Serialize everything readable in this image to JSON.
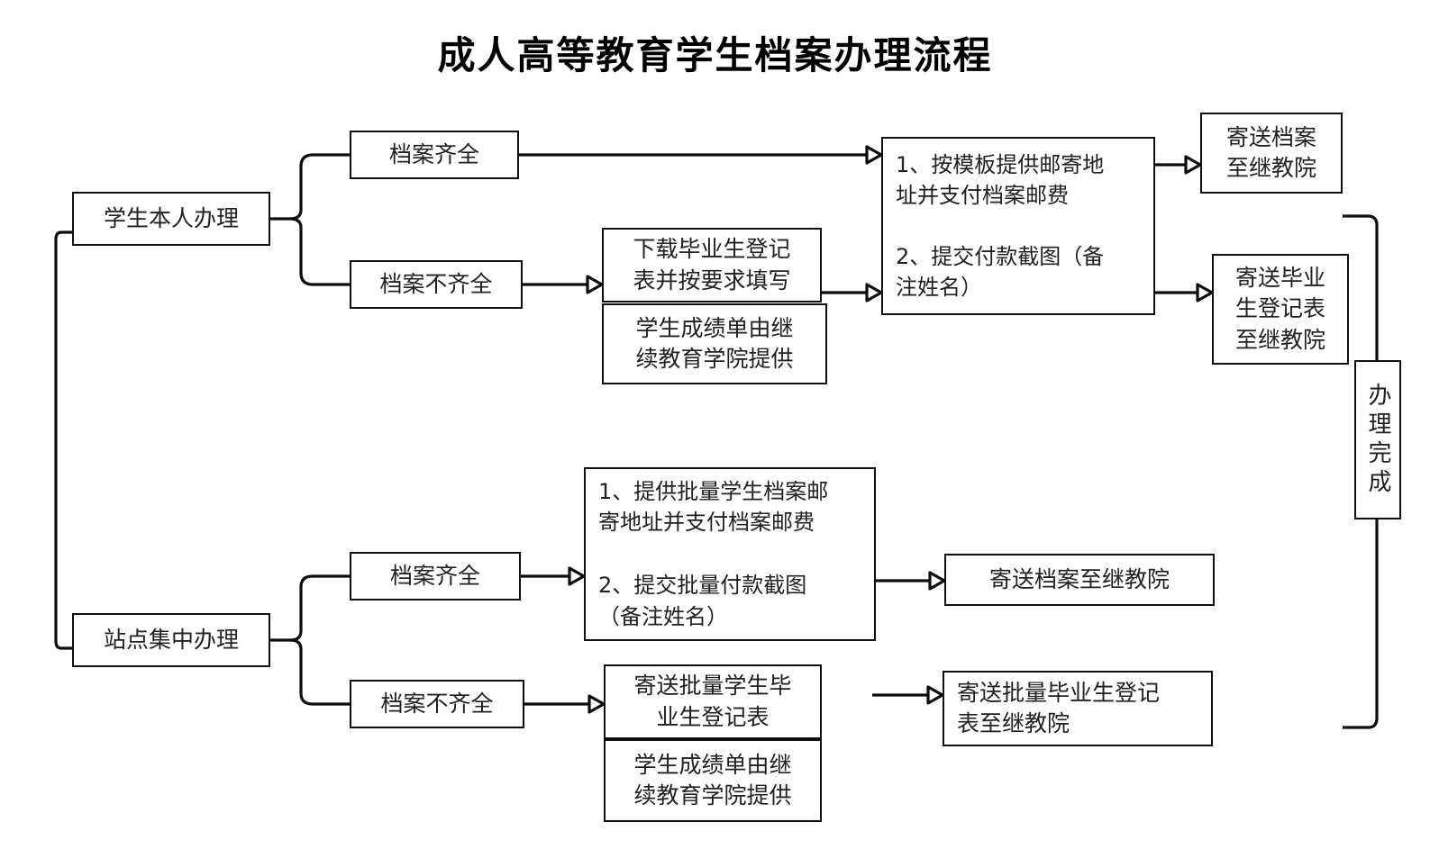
{
  "title": "成人高等教育学生档案办理流程",
  "nodes": {
    "student_self": "学生本人办理",
    "station_batch": "站点集中办理",
    "self_complete": "档案齐全",
    "self_incomplete": "档案不齐全",
    "batch_complete": "档案齐全",
    "batch_incomplete": "档案不齐全",
    "download_form": "下载毕业生登记\n表并按要求填写",
    "transcript_self": "学生成绩单由继\n续教育学院提供",
    "self_payment": "1、按模板提供邮寄地\n址并支付档案邮费\n\n2、提交付款截图（备\n注姓名）",
    "send_archive_self": "寄送档案\n至继教院",
    "send_form_self": "寄送毕业\n生登记表\n至继教院",
    "batch_payment": "1、提供批量学生档案邮\n寄地址并支付档案邮费\n\n2、提交批量付款截图\n（备注姓名）",
    "send_archive_batch": "寄送档案至继教院",
    "send_batch_forms": "寄送批量学生毕\n业生登记表",
    "transcript_batch": "学生成绩单由继\n续教育学院提供",
    "send_batch_forms_to": "寄送批量毕业生登记\n表至继教院",
    "finish": "办理完成"
  },
  "colors": {
    "stroke": "#0d0d0d",
    "text": "#23211f",
    "background": "#ffffff"
  }
}
